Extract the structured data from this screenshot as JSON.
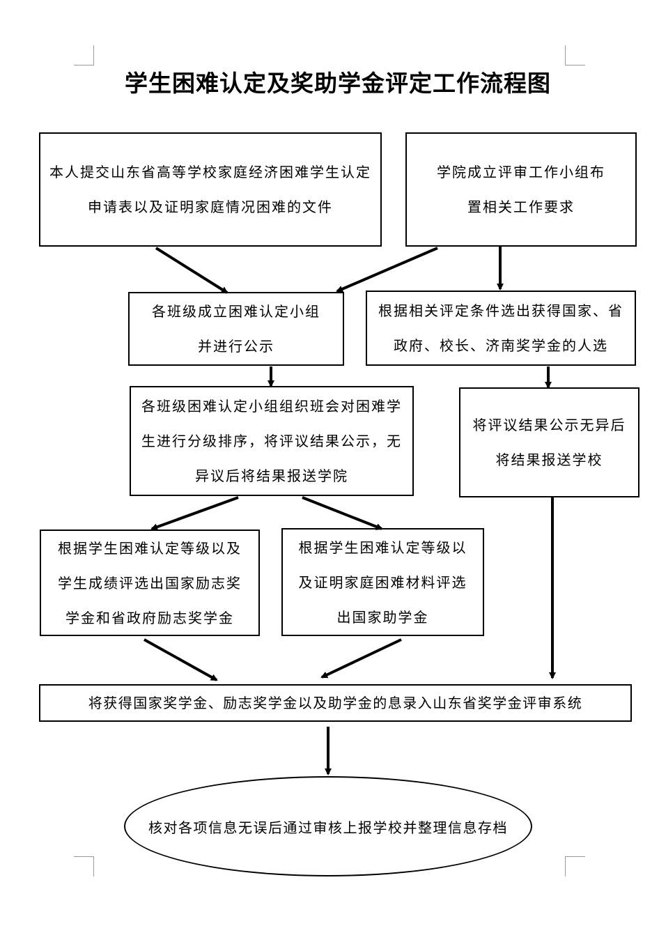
{
  "title": "学生困难认定及奖助学金评定工作流程图",
  "nodes": {
    "student_submit": "本人提交山东省高等学校家庭经济困难学生认定申请表以及证明家庭情况困难的文件",
    "college_group": "学院成立评审工作小组布置相关工作要求",
    "class_group": "各班级成立困难认定小组并进行公示",
    "select_scholarship": "根据相关评定条件选出获得国家、省政府、校长、济南奖学金的人选",
    "class_meeting": "各班级困难认定小组组织班会对困难学生进行分级排序，将评议结果公示，无异议后将结果报送学院",
    "publicize_scholarship": "将评议结果公示无异后将结果报送学校",
    "encouragement": "根据学生困难认定等级以及学生成绩评选出国家励志奖学金和省政府励志奖学金",
    "grant": "根据学生困难认定等级以及证明家庭困难材料评选出国家助学金",
    "system_entry": "将获得国家奖学金、励志奖学金以及助学金的息录入山东省奖学金评审系统",
    "final": "核对各项信息无误后通过审核上报学校并整理信息存档"
  }
}
